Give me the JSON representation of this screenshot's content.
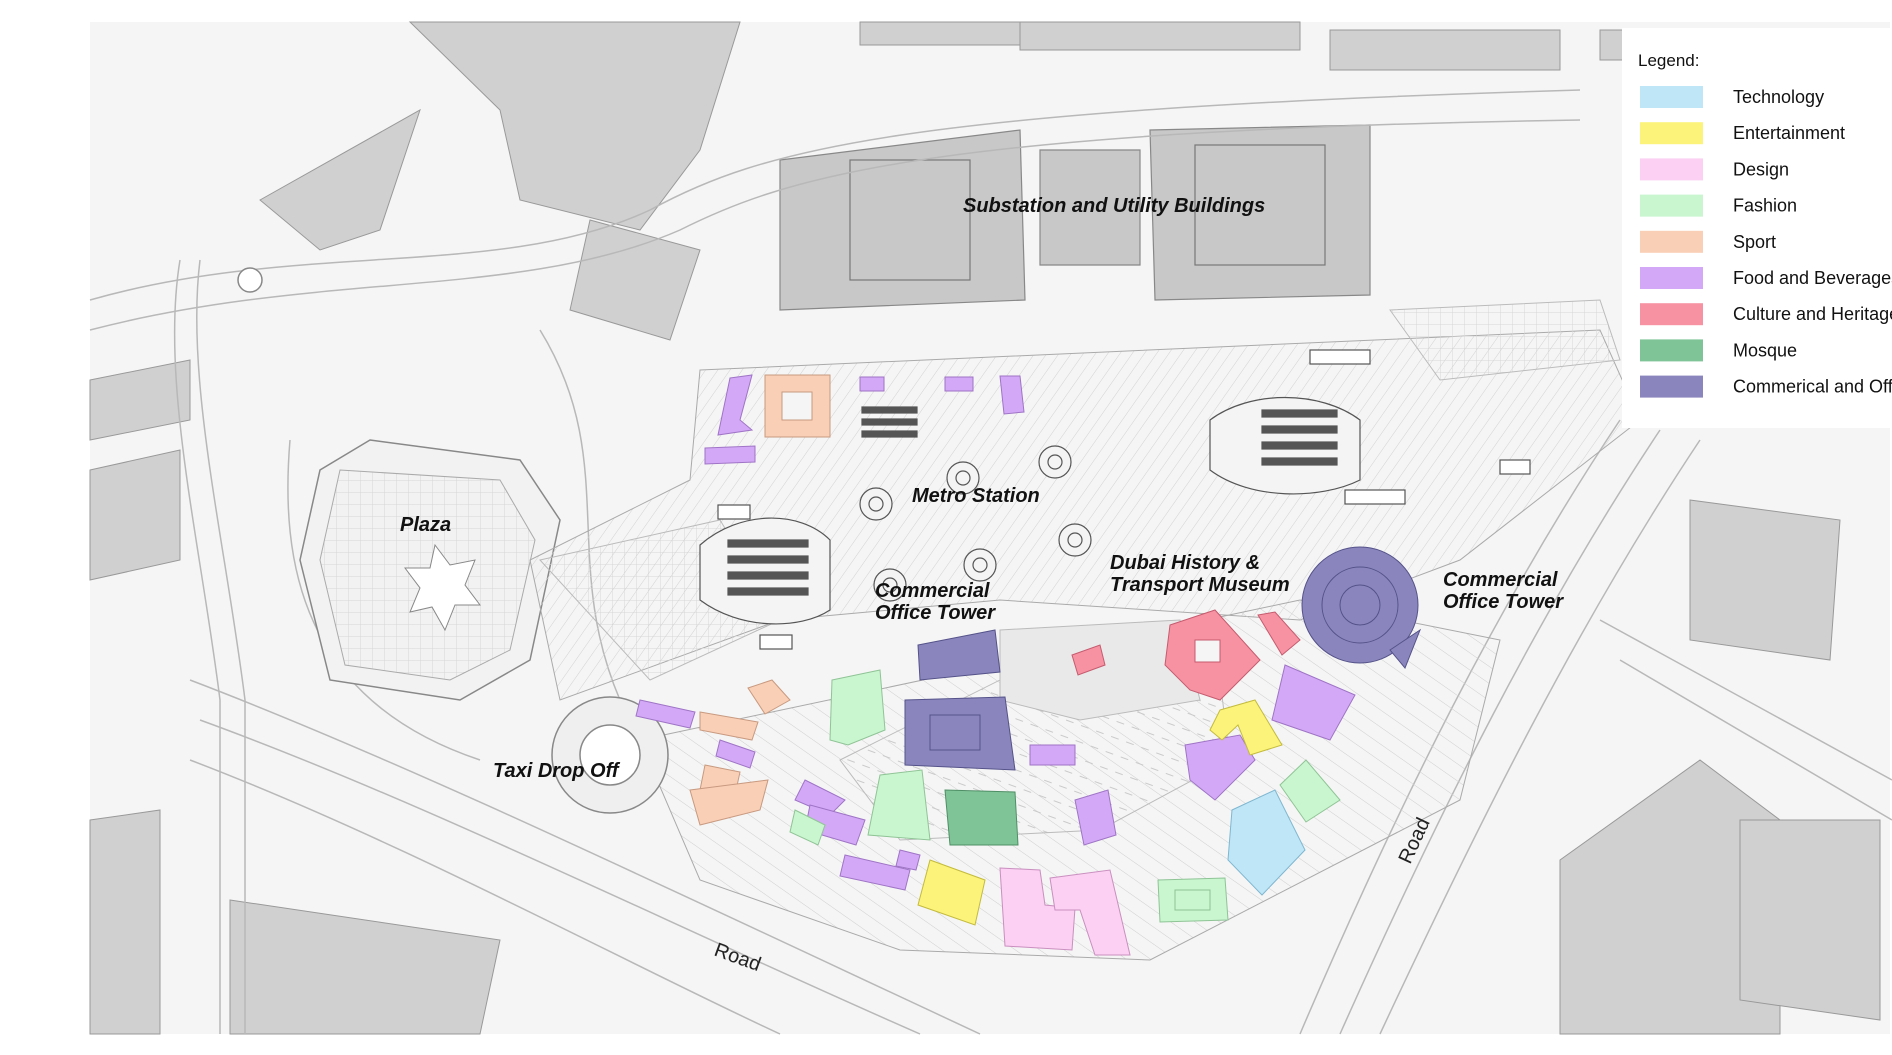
{
  "map": {
    "labels": {
      "substation": "Substation and Utility Buildings",
      "plaza": "Plaza",
      "metro": "Metro Station",
      "tower1_line1": "Commercial",
      "tower1_line2": "Office Tower",
      "museum_line1": "Dubai History &",
      "museum_line2": "Transport Museum",
      "tower2_line1": "Commercial",
      "tower2_line2": "Office Tower",
      "taxi": "Taxi Drop Off",
      "road_bottom": "Road",
      "road_right": "Road"
    }
  },
  "legend": {
    "title": "Legend:",
    "items": [
      {
        "label": "Technology",
        "color": "#bfe6f7"
      },
      {
        "label": "Entertainment",
        "color": "#fbf37a"
      },
      {
        "label": "Design",
        "color": "#fbd0f2"
      },
      {
        "label": "Fashion",
        "color": "#c9f5cf"
      },
      {
        "label": "Sport",
        "color": "#f9cfb6"
      },
      {
        "label": "Food and Beverages",
        "color": "#d3a9f7"
      },
      {
        "label": "Culture and Heritage",
        "color": "#f792a3"
      },
      {
        "label": "Mosque",
        "color": "#7fc497"
      },
      {
        "label": "Commerical and Offi",
        "color": "#8a86bd"
      }
    ]
  },
  "colors": {
    "technology": "#bfe6f7",
    "entertainment": "#fbf37a",
    "design": "#fbd0f2",
    "fashion": "#c9f5cf",
    "sport": "#f9cfb6",
    "food": "#d3a9f7",
    "culture": "#f792a3",
    "mosque": "#7fc497",
    "commercial": "#8a86bd",
    "building_gray": "#cfcfcf",
    "road_line": "#b8b8b8"
  }
}
